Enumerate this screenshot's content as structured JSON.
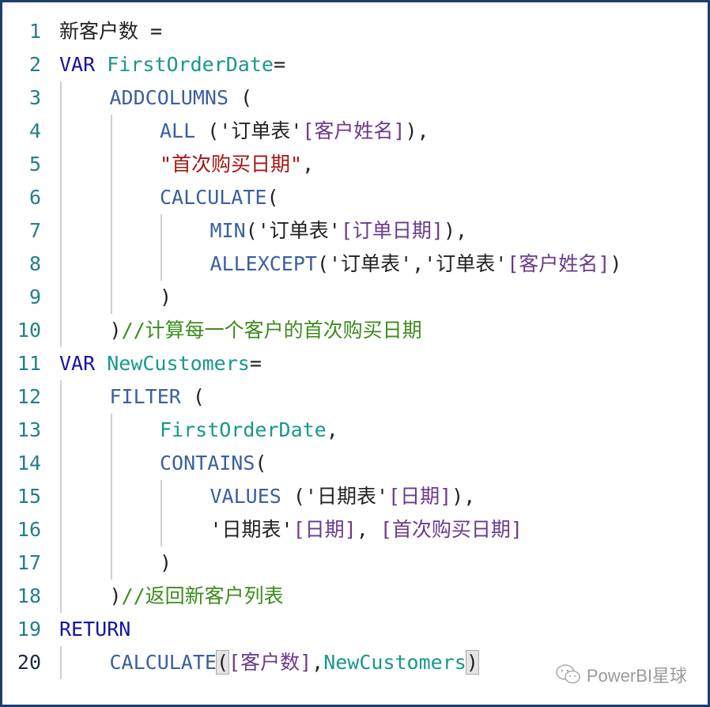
{
  "editor": {
    "lines": [
      {
        "n": "1",
        "indent": 0,
        "tokens": [
          {
            "t": "txt",
            "v": "新客户数 ="
          }
        ]
      },
      {
        "n": "2",
        "indent": 0,
        "tokens": [
          {
            "t": "kw",
            "v": "VAR "
          },
          {
            "t": "var",
            "v": "FirstOrderDate"
          },
          {
            "t": "txt",
            "v": "="
          }
        ]
      },
      {
        "n": "3",
        "indent": 1,
        "tokens": [
          {
            "t": "fn",
            "v": "ADDCOLUMNS"
          },
          {
            "t": "txt",
            "v": " ("
          }
        ]
      },
      {
        "n": "4",
        "indent": 2,
        "tokens": [
          {
            "t": "fn",
            "v": "ALL"
          },
          {
            "t": "txt",
            "v": " ("
          },
          {
            "t": "tbl",
            "v": "'订单表'"
          },
          {
            "t": "col",
            "v": "[客户姓名]"
          },
          {
            "t": "txt",
            "v": "),"
          }
        ]
      },
      {
        "n": "5",
        "indent": 2,
        "tokens": [
          {
            "t": "str",
            "v": "\"首次购买日期\""
          },
          {
            "t": "txt",
            "v": ","
          }
        ]
      },
      {
        "n": "6",
        "indent": 2,
        "tokens": [
          {
            "t": "fn",
            "v": "CALCULATE"
          },
          {
            "t": "txt",
            "v": "("
          }
        ]
      },
      {
        "n": "7",
        "indent": 3,
        "tokens": [
          {
            "t": "fn",
            "v": "MIN"
          },
          {
            "t": "txt",
            "v": "("
          },
          {
            "t": "tbl",
            "v": "'订单表'"
          },
          {
            "t": "col",
            "v": "[订单日期]"
          },
          {
            "t": "txt",
            "v": "),"
          }
        ]
      },
      {
        "n": "8",
        "indent": 3,
        "tokens": [
          {
            "t": "fn",
            "v": "ALLEXCEPT"
          },
          {
            "t": "txt",
            "v": "("
          },
          {
            "t": "tbl",
            "v": "'订单表'"
          },
          {
            "t": "txt",
            "v": ","
          },
          {
            "t": "tbl",
            "v": "'订单表'"
          },
          {
            "t": "col",
            "v": "[客户姓名]"
          },
          {
            "t": "txt",
            "v": ")"
          }
        ]
      },
      {
        "n": "9",
        "indent": 2,
        "tokens": [
          {
            "t": "txt",
            "v": ")"
          }
        ]
      },
      {
        "n": "10",
        "indent": 1,
        "tokens": [
          {
            "t": "txt",
            "v": ")"
          },
          {
            "t": "cmt",
            "v": "//计算每一个客户的首次购买日期"
          }
        ]
      },
      {
        "n": "11",
        "indent": 0,
        "tokens": [
          {
            "t": "kw",
            "v": "VAR "
          },
          {
            "t": "var",
            "v": "NewCustomers"
          },
          {
            "t": "txt",
            "v": "="
          }
        ]
      },
      {
        "n": "12",
        "indent": 1,
        "tokens": [
          {
            "t": "fn",
            "v": "FILTER"
          },
          {
            "t": "txt",
            "v": " ("
          }
        ]
      },
      {
        "n": "13",
        "indent": 2,
        "tokens": [
          {
            "t": "var",
            "v": "FirstOrderDate"
          },
          {
            "t": "txt",
            "v": ","
          }
        ]
      },
      {
        "n": "14",
        "indent": 2,
        "tokens": [
          {
            "t": "fn",
            "v": "CONTAINS"
          },
          {
            "t": "txt",
            "v": "("
          }
        ]
      },
      {
        "n": "15",
        "indent": 3,
        "tokens": [
          {
            "t": "fn",
            "v": "VALUES"
          },
          {
            "t": "txt",
            "v": " ("
          },
          {
            "t": "tbl",
            "v": "'日期表'"
          },
          {
            "t": "col",
            "v": "[日期]"
          },
          {
            "t": "txt",
            "v": "),"
          }
        ]
      },
      {
        "n": "16",
        "indent": 3,
        "tokens": [
          {
            "t": "tbl",
            "v": "'日期表'"
          },
          {
            "t": "col",
            "v": "[日期]"
          },
          {
            "t": "txt",
            "v": ", "
          },
          {
            "t": "col",
            "v": "[首次购买日期]"
          }
        ]
      },
      {
        "n": "17",
        "indent": 2,
        "tokens": [
          {
            "t": "txt",
            "v": ")"
          }
        ]
      },
      {
        "n": "18",
        "indent": 1,
        "tokens": [
          {
            "t": "txt",
            "v": ")"
          },
          {
            "t": "cmt",
            "v": "//返回新客户列表"
          }
        ]
      },
      {
        "n": "19",
        "indent": 0,
        "tokens": [
          {
            "t": "kw",
            "v": "RETURN"
          }
        ]
      },
      {
        "n": "20",
        "indent": 1,
        "active": true,
        "tokens": [
          {
            "t": "fn",
            "v": "CALCULATE"
          },
          {
            "t": "br",
            "v": "("
          },
          {
            "t": "col",
            "v": "[客户数]"
          },
          {
            "t": "txt",
            "v": ","
          },
          {
            "t": "var",
            "v": "NewCustomers"
          },
          {
            "t": "br",
            "v": ")"
          }
        ]
      }
    ]
  },
  "watermark": {
    "text": "PowerBI星球",
    "icon": "wechat-icon"
  }
}
